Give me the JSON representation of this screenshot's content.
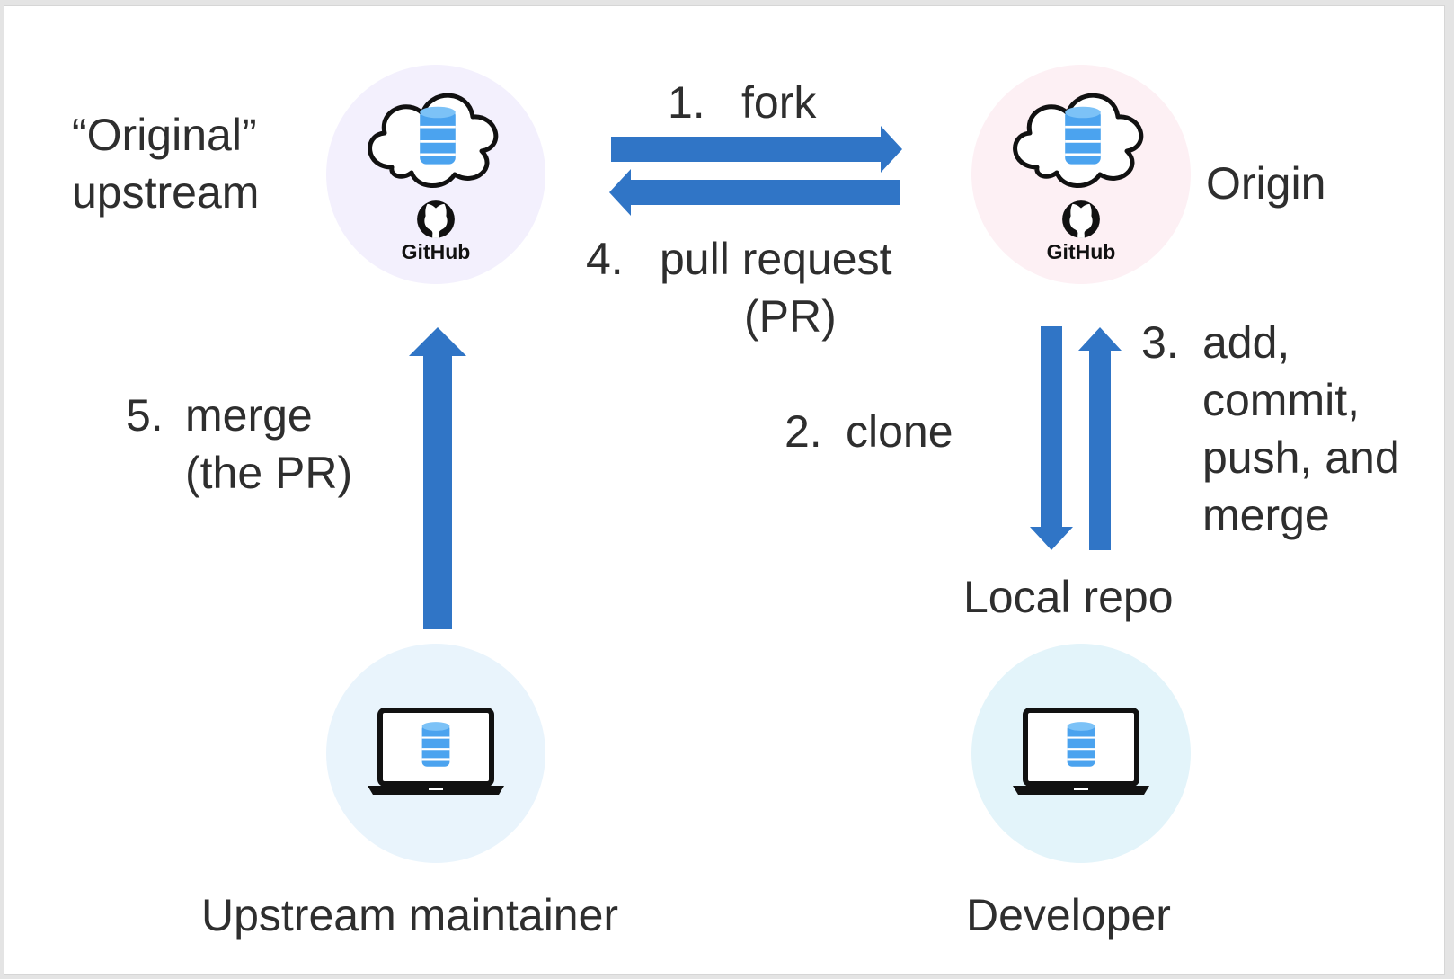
{
  "nodes": {
    "upstream": {
      "label_lines": [
        "“Original”",
        "upstream"
      ],
      "badge": "GitHub"
    },
    "origin": {
      "label": "Origin",
      "badge": "GitHub"
    },
    "local_repo": {
      "label": "Local repo"
    },
    "maintainer": {
      "label": "Upstream maintainer"
    },
    "developer": {
      "label": "Developer"
    }
  },
  "steps": [
    {
      "number": "1.",
      "lines": [
        "fork"
      ]
    },
    {
      "number": "2.",
      "lines": [
        "clone"
      ]
    },
    {
      "number": "3.",
      "lines": [
        "add,",
        "commit,",
        "push, and",
        "merge"
      ]
    },
    {
      "number": "4.",
      "lines": [
        "pull request",
        "(PR)"
      ]
    },
    {
      "number": "5.",
      "lines": [
        "merge",
        "(the PR)"
      ]
    }
  ],
  "colors": {
    "arrow": "#3075c6",
    "upstream_circle": "#f3f0fd",
    "origin_circle": "#fdf0f4",
    "maintainer_circle": "#e9f4fc",
    "developer_circle": "#e3f4fa",
    "database_icon": "#4ba3ef",
    "text": "#2e2e2e"
  },
  "icons": {
    "upstream": [
      "cloud-icon",
      "database-icon",
      "github-octocat-icon"
    ],
    "origin": [
      "cloud-icon",
      "database-icon",
      "github-octocat-icon"
    ],
    "maintainer": [
      "laptop-icon",
      "database-icon"
    ],
    "developer": [
      "laptop-icon",
      "database-icon"
    ]
  }
}
